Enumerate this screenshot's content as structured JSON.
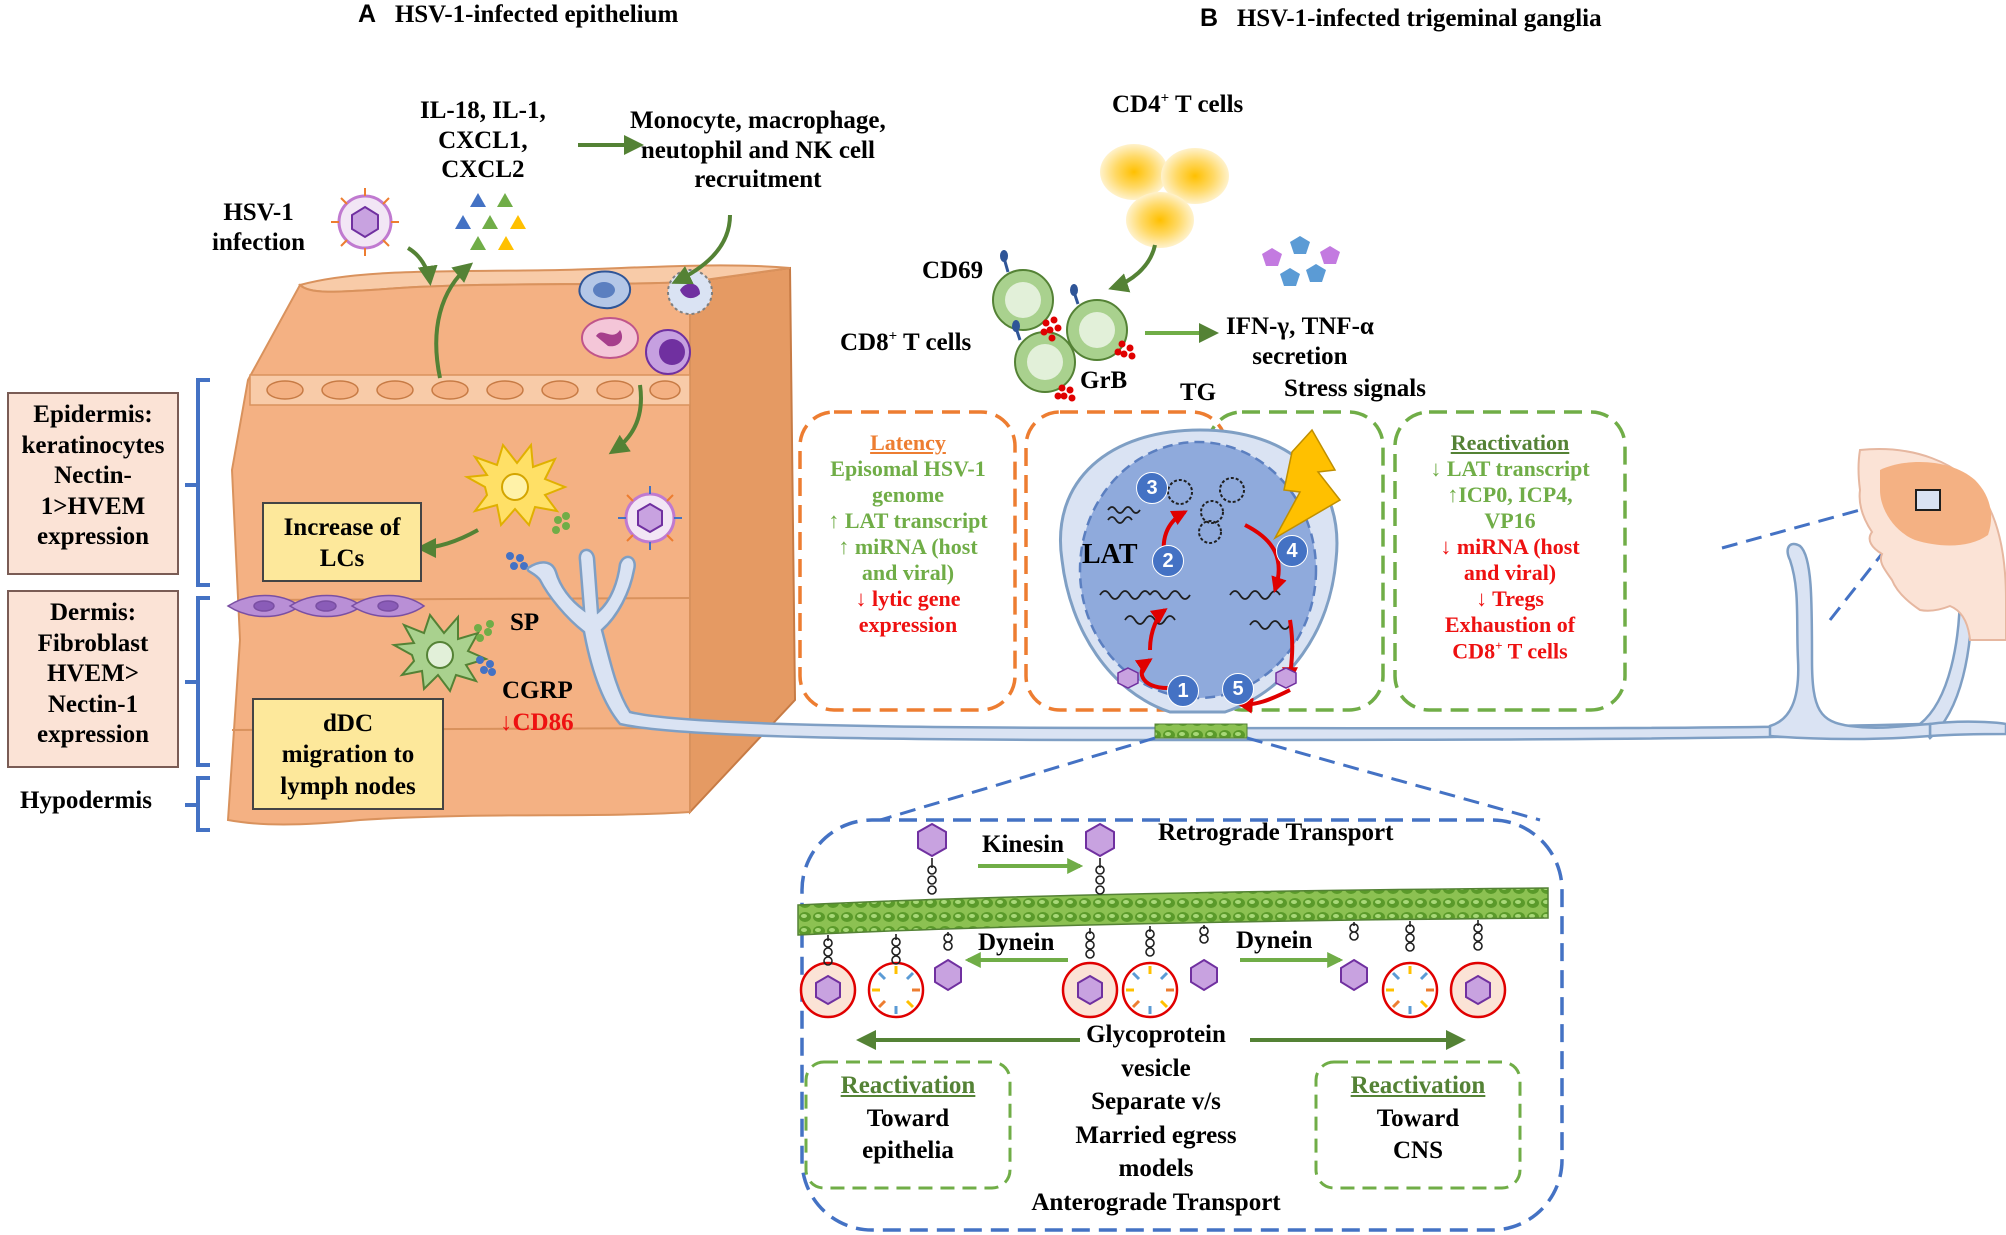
{
  "panel_a": {
    "letter": "A",
    "title": "HSV-1-infected epithelium",
    "infection_label": [
      "HSV-1",
      "infection"
    ],
    "cytokines": [
      "IL-18, IL-1,",
      "CXCL1,",
      "CXCL2"
    ],
    "recruitment": [
      "Monocyte, macrophage,",
      "neutophil and NK cell",
      "recruitment"
    ],
    "epidermis_box": [
      "Epidermis:",
      "keratinocytes",
      "Nectin-",
      "1>HVEM",
      "expression"
    ],
    "dermis_box": [
      "Dermis:",
      "Fibroblast",
      "HVEM>",
      "Nectin-1",
      "expression"
    ],
    "hypodermis": "Hypodermis",
    "lc_box": [
      "Increase of",
      "LCs"
    ],
    "ddc_box": [
      "dDC",
      "migration to",
      "lymph nodes"
    ],
    "sp": "SP",
    "cgrp": "CGRP",
    "cd86": "↓CD86"
  },
  "panel_b": {
    "letter": "B",
    "title": "HSV-1-infected trigeminal ganglia",
    "cd4": {
      "pre": "CD4",
      "sup": "+",
      "post": " T cells"
    },
    "cd69": "CD69",
    "cd8": {
      "pre": "CD8",
      "sup": "+",
      "post": " T cells"
    },
    "grb": "GrB",
    "ifn": [
      "IFN-γ, TNF-α",
      "secretion"
    ],
    "tg": "TG",
    "stress": "Stress signals",
    "lat": "LAT",
    "steps": [
      "1",
      "2",
      "3",
      "4",
      "5"
    ],
    "latency": {
      "title": "Latency",
      "green_lines": [
        "Episomal HSV-1",
        "genome",
        "↑ LAT transcript",
        "↑ miRNA (host",
        "and viral)"
      ],
      "red_lines": [
        "↓ lytic gene",
        "expression"
      ]
    },
    "reactivation": {
      "title": "Reactivation",
      "green_lines": [
        "↓ LAT transcript",
        "↑ICP0, ICP4,",
        "VP16"
      ],
      "red_lines": [
        "↓ miRNA (host",
        "and viral)",
        "↓ Tregs",
        "Exhaustion of"
      ],
      "red_last": {
        "pre": "CD8",
        "sup": "+",
        "post": " T cells"
      }
    }
  },
  "transport": {
    "kinesin": "Kinesin",
    "retrograde": "Retrograde Transport",
    "dynein_left": "Dynein",
    "dynein_right": "Dynein",
    "center_lines": [
      "Glycoprotein",
      "vesicle",
      "Separate v/s",
      "Married egress",
      "models",
      "Anterograde Transport"
    ],
    "left_box": {
      "title": "Reactivation",
      "lines": [
        "Toward",
        "epithelia"
      ]
    },
    "right_box": {
      "title": "Reactivation",
      "lines": [
        "Toward",
        "CNS"
      ]
    }
  },
  "colors": {
    "skin": "#f4b183",
    "skin_dark": "#e59a63",
    "arrow_green": "#548235",
    "blue_dash": "#4472c4",
    "orange_dash": "#ed7d31",
    "green_dash": "#70ad47",
    "text_red": "#ee1111",
    "tcell_green": "#a9d18e",
    "cd4_yellow": "#ffe28a"
  }
}
